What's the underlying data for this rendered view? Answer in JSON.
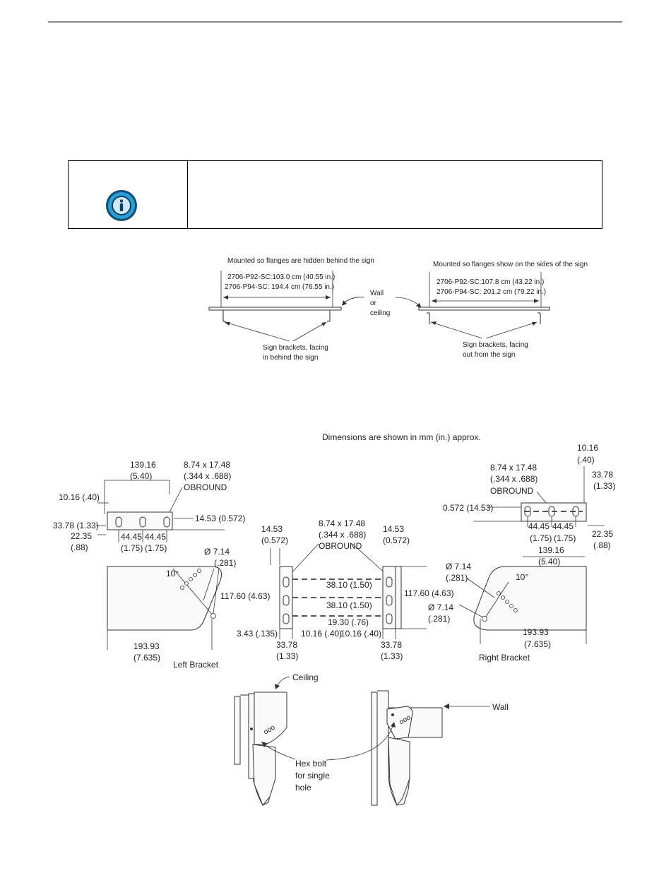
{
  "info_note": {
    "icon": "info-icon",
    "accent": "#2a9fd6"
  },
  "mount_diagram": {
    "hidden": {
      "title": "Mounted so flanges are hidden behind the sign",
      "dim_p92": "2706-P92-SC:103.0 cm (40.55 in.)",
      "dim_p94": "2706-P94-SC: 194.4 cm (76.55 in.)",
      "bracket_label_1": "Sign brackets, facing",
      "bracket_label_2": "in behind the sign"
    },
    "wall_label": [
      "Wall",
      "or",
      "ceiling"
    ],
    "show": {
      "title": "Mounted so flanges show on the sides of the sign",
      "dim_p92": "2706-P92-SC:107.8 cm (43.22 in.)",
      "dim_p94": "2706-P94-SC: 201.2 cm (79.22 in.)",
      "bracket_label_1": "Sign brackets, facing",
      "bracket_label_2": "out from the sign"
    }
  },
  "dim_drawing": {
    "note": "Dimensions are shown in mm (in.) approx.",
    "left_top": {
      "len": "139.16",
      "len_in": "(5.40)",
      "obround_1": "8.74 x 17.48",
      "obround_2": "(.344 x .688)",
      "obround_3": "OBROUND",
      "d1": "10.16 (.40)",
      "d2": "33.78 (1.33)",
      "d3": "22.35",
      "d3_in": "(.88)",
      "d4": "44.45",
      "d4_in": "(1.75)",
      "d5": "44.45",
      "d5_in": "(1.75)",
      "d6": "14.53 (0.572)"
    },
    "right_top": {
      "d1": "10.16",
      "d1_in": "(.40)",
      "d2": "33.78",
      "d2_in": "(1.33)",
      "obround_1": "8.74 x 17.48",
      "obround_2": "(.344 x .688)",
      "obround_3": "OBROUND",
      "d3": "0.572 (14.53)",
      "d4": "44.45",
      "d4_in": "(1.75)",
      "d5": "44.45",
      "d5_in": "(1.75)",
      "d6": "22.35",
      "d6_in": "(.88)",
      "len": "139.16",
      "len_in": "(5.40)"
    },
    "left_side": {
      "angle": "10°",
      "hole": "Ø 7.14",
      "hole_in": "(.281)",
      "height": "117.60 (4.63)",
      "width": "193.93",
      "width_in": "(7.635)",
      "caption": "Left Bracket"
    },
    "center": {
      "flange_l": "14.53",
      "flange_l_in": "(0.572)",
      "obround_1": "8.74 x 17.48",
      "obround_2": "(.344 x .688)",
      "obround_3": "OBROUND",
      "flange_r": "14.53",
      "flange_r_in": "(0.572)",
      "sp1": "38.10 (1.50)",
      "sp2": "38.10 (1.50)",
      "sp3": "19.30 (.76)",
      "height": "117.60 (4.63)",
      "hole": "Ø 7.14",
      "hole_in": "(.281)",
      "d_bot": "3.43 (.135)",
      "e1": "10.16 (.40)",
      "e2": "10.16 (.40)",
      "w1": "33.78",
      "w1_in": "(1.33)",
      "w2": "33.78",
      "w2_in": "(1.33)"
    },
    "right_side": {
      "hole": "Ø 7.14",
      "hole_in": "(.281)",
      "angle": "10°",
      "width": "193.93",
      "width_in": "(7.635)",
      "caption": "Right Bracket"
    }
  },
  "install_diagram": {
    "ceiling": "Ceiling",
    "wall": "Wall",
    "hex_bolt": [
      "Hex bolt",
      "for single",
      "hole"
    ]
  }
}
